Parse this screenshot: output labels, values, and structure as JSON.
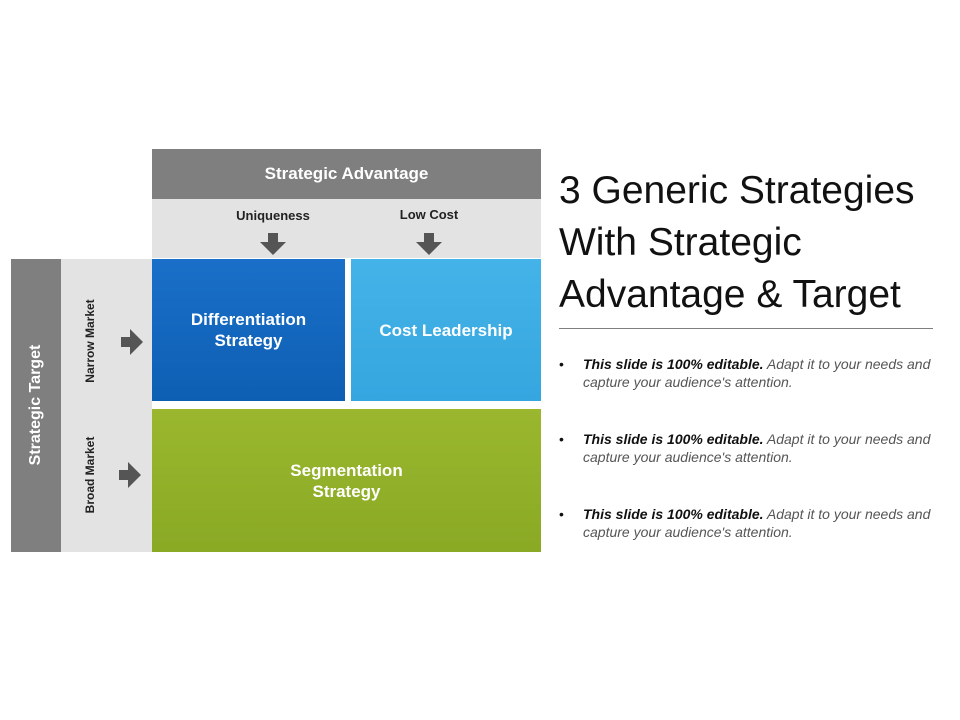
{
  "header": {
    "title": "Strategic Advantage",
    "columns": [
      "Uniqueness",
      "Low Cost"
    ]
  },
  "target": {
    "title": "Strategic Target",
    "rows": [
      "Narrow\nMarket",
      "Broad\nMarket"
    ]
  },
  "cells": {
    "differentiation": "Differentiation\nStrategy",
    "cost_leadership": "Cost Leadership",
    "segmentation": "Segmentation\nStrategy"
  },
  "slide_title": "3 Generic Strategies\nWith Strategic\nAdvantage & Target",
  "bullets": [
    {
      "bold": "This slide is 100% editable.",
      "text": " Adapt it to your needs and capture your audience's attention."
    },
    {
      "bold": "This slide is 100% editable.",
      "text": " Adapt it to your needs and capture your audience's attention."
    },
    {
      "bold": "This slide is 100% editable.",
      "text": " Adapt it to your needs and capture your audience's attention."
    }
  ],
  "colors": {
    "header_gray": "#7f7f7f",
    "light_gray": "#e3e3e3",
    "differentiation_blue": "#1a6fc8",
    "cost_blue": "#44b3e8",
    "segmentation_green": "#9ab72e"
  }
}
